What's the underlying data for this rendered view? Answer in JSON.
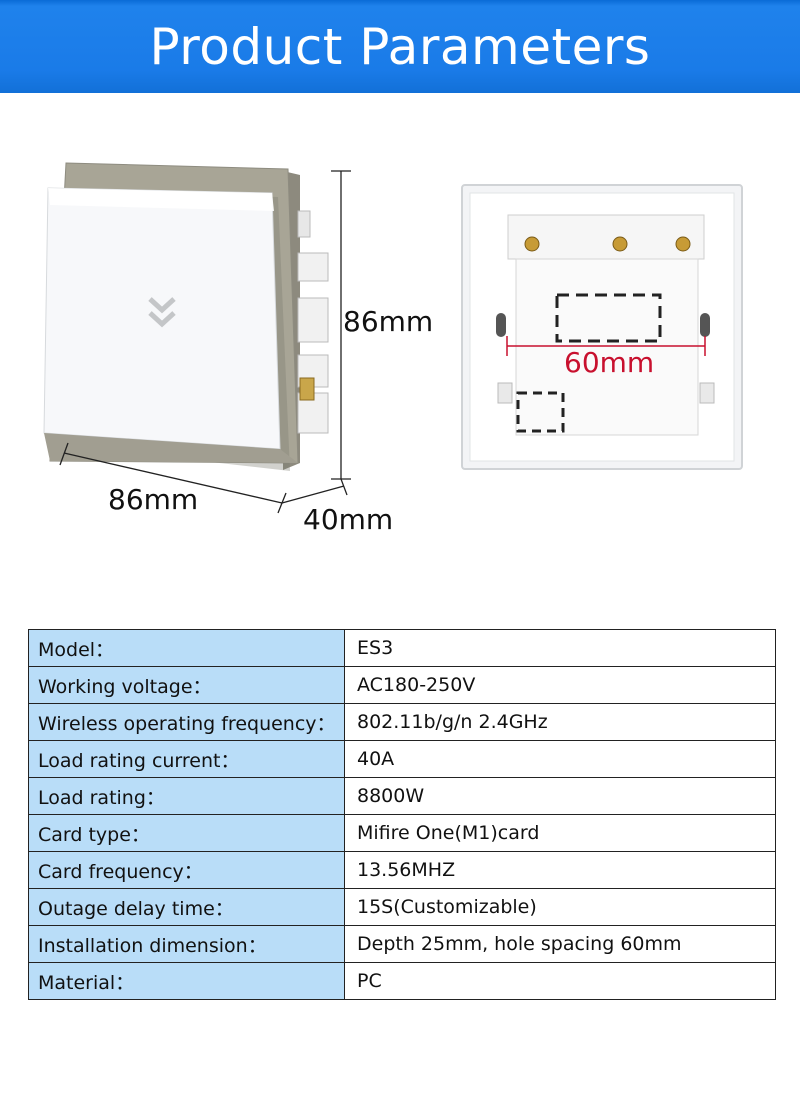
{
  "banner": {
    "title": "Product Parameters"
  },
  "figure": {
    "front_view": {
      "height_label": "86mm",
      "width_label": "86mm",
      "depth_label": "40mm"
    },
    "back_view": {
      "hole_spacing_label": "60mm"
    },
    "accent_color": "#c8102e"
  },
  "params": [
    {
      "key": "Model：",
      "value": "ES3"
    },
    {
      "key": "Working voltage：",
      "value": "AC180-250V"
    },
    {
      "key": "Wireless operating frequency：",
      "value": "802.11b/g/n 2.4GHz"
    },
    {
      "key": "Load rating current：",
      "value": "40A"
    },
    {
      "key": "Load rating：",
      "value": "8800W"
    },
    {
      "key": "Card type：",
      "value": "Mifire One(M1)card"
    },
    {
      "key": "Card frequency：",
      "value": "13.56MHZ"
    },
    {
      "key": "Outage delay time：",
      "value": "15S(Customizable)"
    },
    {
      "key": "Installation dimension：",
      "value": "Depth 25mm, hole spacing 60mm"
    },
    {
      "key": "Material：",
      "value": "PC"
    }
  ]
}
